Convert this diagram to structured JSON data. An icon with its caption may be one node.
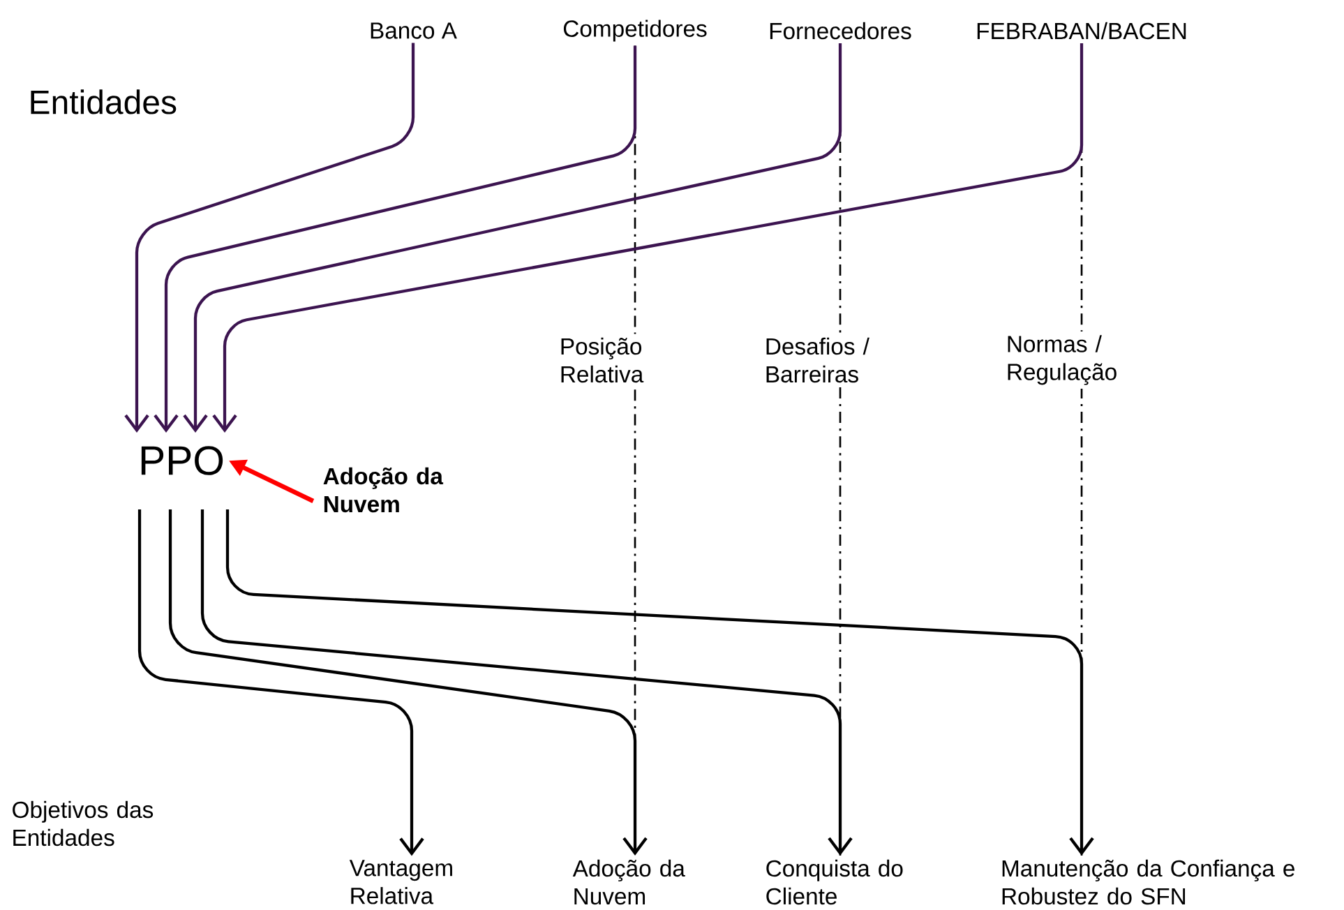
{
  "diagram": {
    "nodes": [
      {
        "text": [
          "Banco A"
        ]
      },
      {
        "text": [
          "Competidores"
        ]
      },
      {
        "text": [
          "Fornecedores"
        ]
      },
      {
        "text": [
          "FEBRABAN/BACEN"
        ]
      },
      {
        "text": [
          "PPO"
        ]
      },
      {
        "text": [
          "Adoção da Nuvem"
        ]
      },
      {
        "text": [
          "Vantagem Relativa"
        ]
      },
      {
        "text": [
          "Adoção da Nuvem"
        ]
      },
      {
        "text": [
          "Conquista do Cliente"
        ]
      },
      {
        "text": [
          "Manutenção da Confiança e Robustez do SFN"
        ]
      }
    ],
    "edges": [
      {
        "from": 0,
        "to": 4,
        "arrow": "to",
        "color": "#3c1450"
      },
      {
        "from": 1,
        "to": 4,
        "arrow": "to",
        "color": "#3c1450"
      },
      {
        "from": 2,
        "to": 4,
        "arrow": "to",
        "color": "#3c1450"
      },
      {
        "from": 3,
        "to": 4,
        "arrow": "to",
        "color": "#3c1450"
      },
      {
        "from": 5,
        "to": 4,
        "arrow": "to",
        "color": "#ff0000"
      },
      {
        "from": 4,
        "to": 6,
        "arrow": "to"
      },
      {
        "from": 4,
        "to": 7,
        "arrow": "to"
      },
      {
        "from": 4,
        "to": 8,
        "arrow": "to"
      },
      {
        "from": 4,
        "to": 9,
        "arrow": "to"
      },
      {
        "from": 1,
        "to": 7,
        "arrow": "none",
        "style": "dashed",
        "label": "Posição Relativa"
      },
      {
        "from": 2,
        "to": 8,
        "arrow": "none",
        "style": "dashed",
        "label": "Desafios / Barreiras"
      },
      {
        "from": 3,
        "to": 9,
        "arrow": "none",
        "style": "dashed",
        "label": "Normas / Regulação"
      }
    ],
    "labels": [
      "Entidades",
      "Objetivos das Entidades"
    ]
  }
}
